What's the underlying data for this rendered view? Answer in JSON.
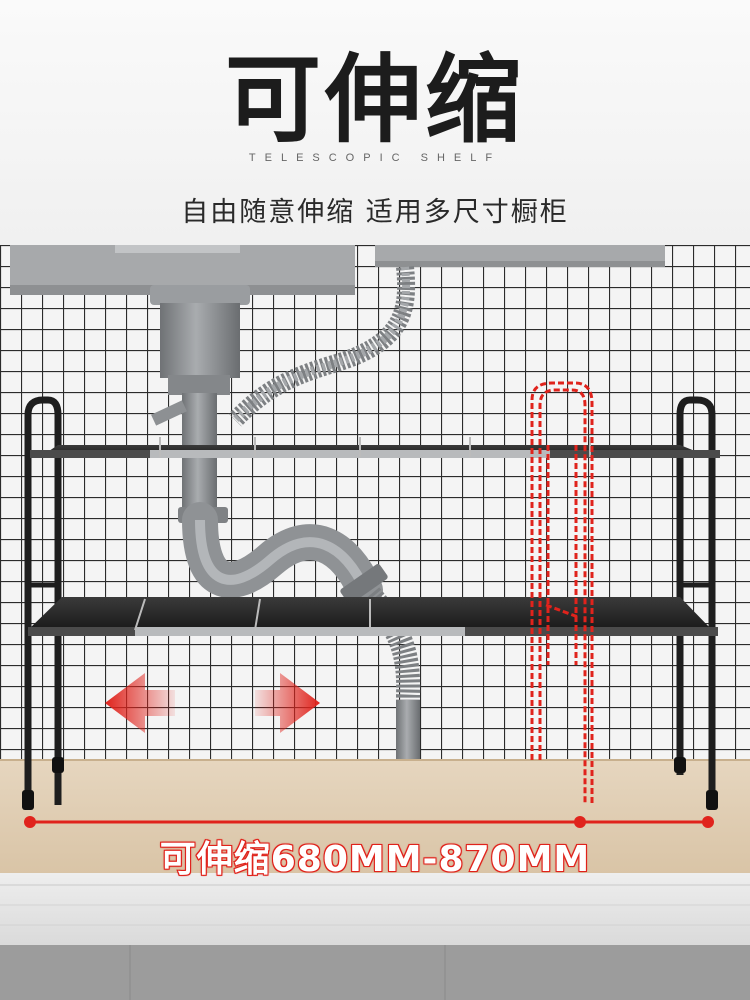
{
  "header": {
    "title": "可伸缩",
    "subtitle_en": "TELESCOPIC SHELF",
    "subtitle_cn": "自由随意伸缩 适用多尺寸橱柜"
  },
  "caption": {
    "range_text": "可伸缩680MM-870MM"
  },
  "colors": {
    "accent_red": "#e0231c",
    "frame_black": "#1e1e1e",
    "pipe_gray": "#8a8d90"
  }
}
